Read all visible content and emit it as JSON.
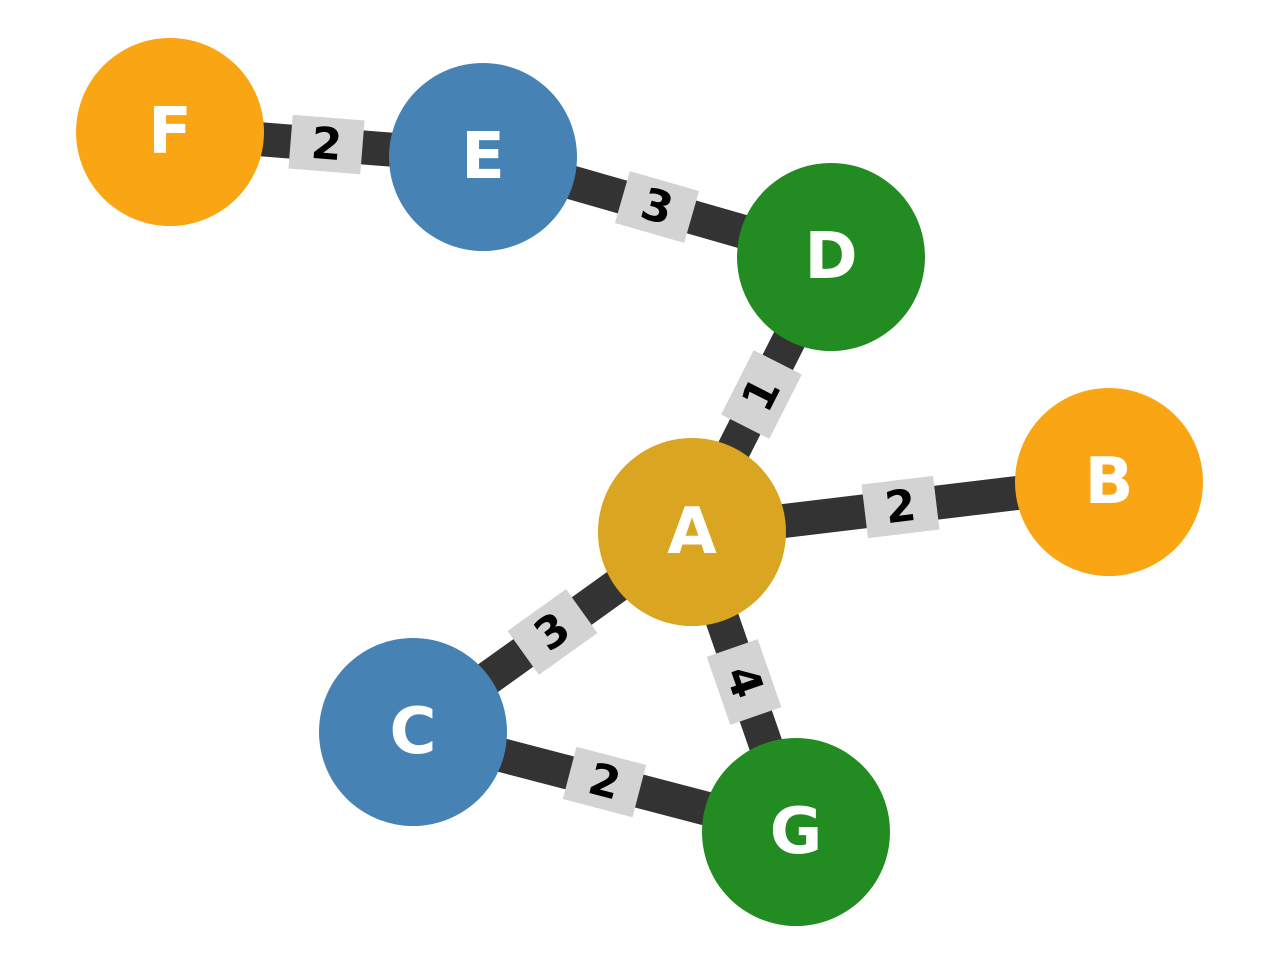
{
  "graph": {
    "nodes": [
      {
        "id": "A",
        "label": "A",
        "color": "#DAA520"
      },
      {
        "id": "B",
        "label": "B",
        "color": "#FAA514"
      },
      {
        "id": "C",
        "label": "C",
        "color": "#4682B4"
      },
      {
        "id": "D",
        "label": "D",
        "color": "#228B22"
      },
      {
        "id": "E",
        "label": "E",
        "color": "#4682B4"
      },
      {
        "id": "F",
        "label": "F",
        "color": "#FAA514"
      },
      {
        "id": "G",
        "label": "G",
        "color": "#228B22"
      }
    ],
    "edges": [
      {
        "source": "F",
        "target": "E",
        "weight": "2"
      },
      {
        "source": "E",
        "target": "D",
        "weight": "3"
      },
      {
        "source": "D",
        "target": "A",
        "weight": "1"
      },
      {
        "source": "A",
        "target": "B",
        "weight": "2"
      },
      {
        "source": "A",
        "target": "C",
        "weight": "3"
      },
      {
        "source": "A",
        "target": "G",
        "weight": "4"
      },
      {
        "source": "C",
        "target": "G",
        "weight": "2"
      }
    ],
    "colors": {
      "edge": "#333333",
      "edge_label_bg": "#D3D3D3",
      "edge_label_text": "#000000",
      "node_label_text": "#FFFFFF",
      "background": "#FFFFFF"
    }
  }
}
